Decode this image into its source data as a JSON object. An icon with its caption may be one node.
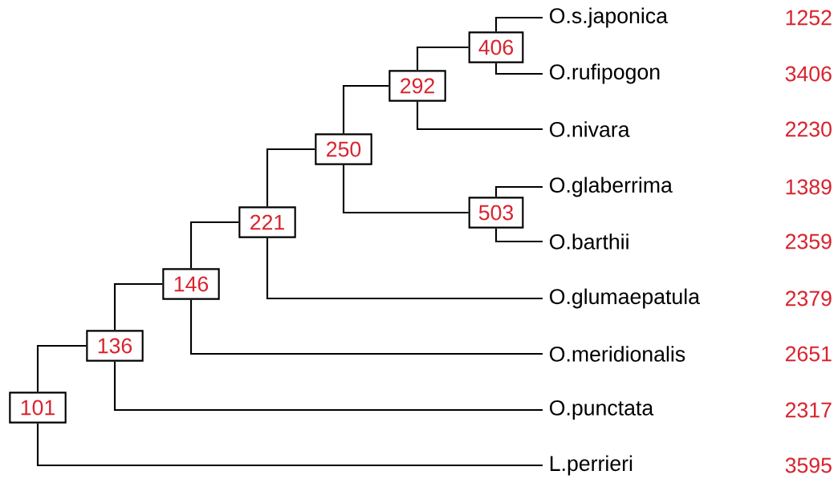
{
  "diagram": {
    "nodes": [
      {
        "text": [
          "101"
        ]
      },
      {
        "text": [
          "136"
        ]
      },
      {
        "text": [
          "146"
        ]
      },
      {
        "text": [
          "221"
        ]
      },
      {
        "text": [
          "250"
        ]
      },
      {
        "text": [
          "292"
        ]
      },
      {
        "text": [
          "406"
        ]
      },
      {
        "text": [
          "503"
        ]
      },
      {
        "text": [
          "O.s.japonica"
        ]
      },
      {
        "text": [
          "O.rufipogon"
        ]
      },
      {
        "text": [
          "O.nivara"
        ]
      },
      {
        "text": [
          "O.glaberrima"
        ]
      },
      {
        "text": [
          "O.barthii"
        ]
      },
      {
        "text": [
          "O.glumaepatula"
        ]
      },
      {
        "text": [
          "O.meridionalis"
        ]
      },
      {
        "text": [
          "O.punctata"
        ]
      },
      {
        "text": [
          "L.perrieri"
        ]
      }
    ],
    "labels": [
      "1252",
      "3406",
      "2230",
      "1389",
      "2359",
      "2379",
      "2651",
      "2317",
      "3595"
    ],
    "edges": [
      {
        "from": 0,
        "to": 1,
        "arrow": "none"
      },
      {
        "from": 0,
        "to": 16,
        "arrow": "none"
      },
      {
        "from": 1,
        "to": 2,
        "arrow": "none"
      },
      {
        "from": 1,
        "to": 15,
        "arrow": "none"
      },
      {
        "from": 2,
        "to": 3,
        "arrow": "none"
      },
      {
        "from": 2,
        "to": 14,
        "arrow": "none"
      },
      {
        "from": 3,
        "to": 4,
        "arrow": "none"
      },
      {
        "from": 3,
        "to": 13,
        "arrow": "none"
      },
      {
        "from": 4,
        "to": 5,
        "arrow": "none"
      },
      {
        "from": 4,
        "to": 7,
        "arrow": "none"
      },
      {
        "from": 5,
        "to": 6,
        "arrow": "none"
      },
      {
        "from": 5,
        "to": 10,
        "arrow": "none"
      },
      {
        "from": 6,
        "to": 8,
        "arrow": "none"
      },
      {
        "from": 6,
        "to": 9,
        "arrow": "none"
      },
      {
        "from": 7,
        "to": 11,
        "arrow": "none"
      },
      {
        "from": 7,
        "to": 12,
        "arrow": "none"
      }
    ]
  }
}
